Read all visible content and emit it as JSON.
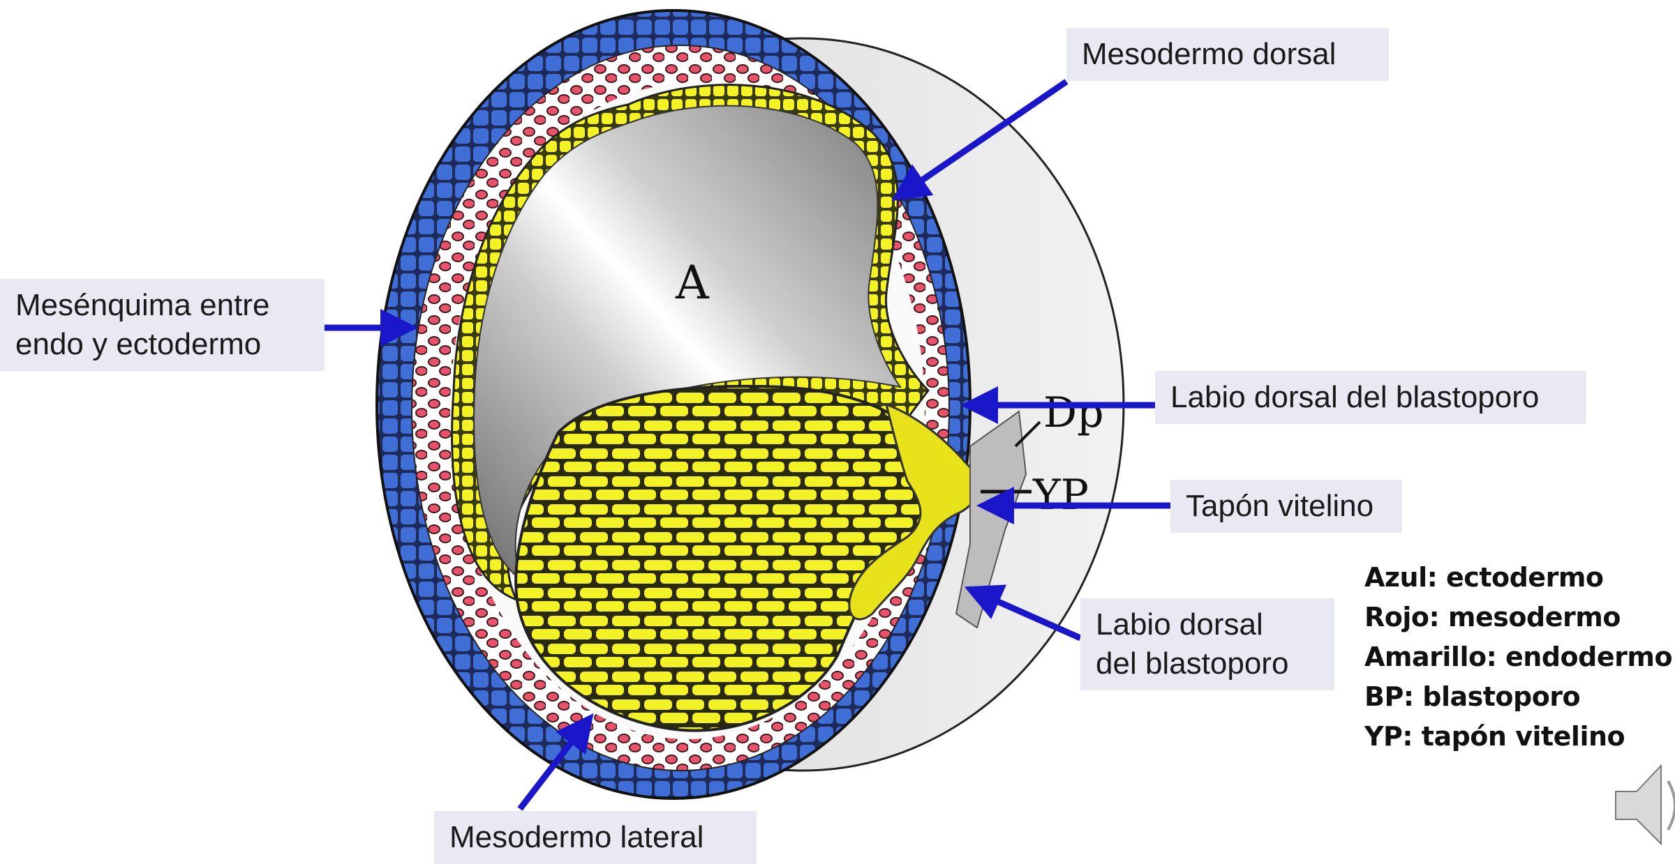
{
  "diagram": {
    "interior_letters": {
      "archenteron": "A",
      "dorsal_lip": "Dp",
      "yolk_plug": "YP"
    }
  },
  "labels": {
    "mesodermo_dorsal": "Mesodermo dorsal",
    "mesenquima_line1": "Mesénquima entre",
    "mesenquima_line2": "endo y ectodermo",
    "labio_dorsal_1": "Labio dorsal del blastoporo",
    "tapon_vitelino": "Tapón vitelino",
    "labio_dorsal_2_line1": "Labio dorsal",
    "labio_dorsal_2_line2": "del blastoporo",
    "mesodermo_lateral": "Mesodermo lateral"
  },
  "legend": [
    "Azul: ectodermo",
    "Rojo: mesodermo",
    "Amarillo: endodermo",
    "BP: blastoporo",
    "YP: tapón vitelino"
  ],
  "colors": {
    "ectoderm": "#3f6fd6",
    "mesoderm": "#e8536b",
    "endoderm": "#f3f227",
    "arrow": "#1a16c9",
    "label_bg": "#e8e9f2"
  },
  "icons": {
    "audio": "speaker-icon"
  }
}
